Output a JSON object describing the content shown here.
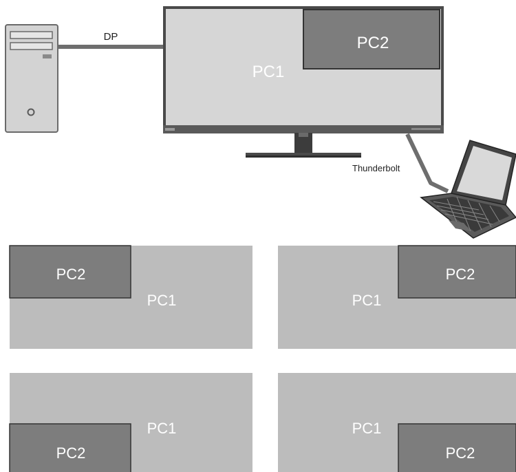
{
  "connections": {
    "dp_label": "DP",
    "thunderbolt_label": "Thunderbolt"
  },
  "labels": {
    "pc1": "PC1",
    "pc2": "PC2"
  },
  "layouts": [
    {
      "pip_position": "top-left"
    },
    {
      "pip_position": "top-right"
    },
    {
      "pip_position": "bottom-left"
    },
    {
      "pip_position": "bottom-right"
    }
  ],
  "colors": {
    "pc1_screen": "#bcbcbc",
    "pc2_window": "#7d7d7d",
    "monitor_screen": "#d6d6d6",
    "device_body": "#d3d3d3",
    "outline": "#555555",
    "label_white": "#ffffff"
  }
}
